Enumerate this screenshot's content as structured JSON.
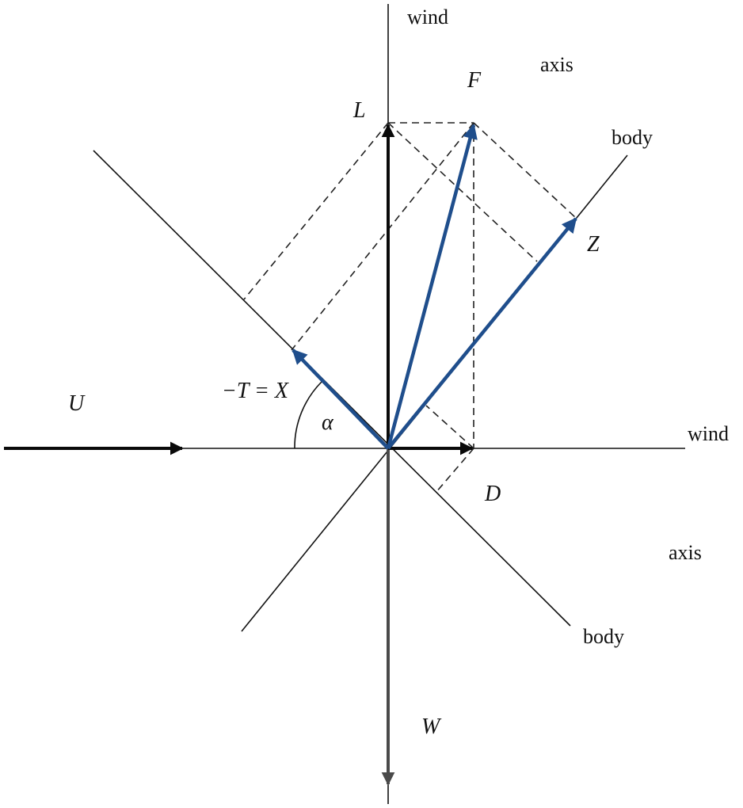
{
  "labels": {
    "wind_top": "wind",
    "axis_top": "axis",
    "wind_right": "wind",
    "axis_right": "axis",
    "body_upper": "body",
    "body_lower": "body",
    "F": "F",
    "L": "L",
    "Z": "Z",
    "D": "D",
    "W": "W",
    "U": "U",
    "alpha": "α",
    "minus_T_eq_X": "−T = X"
  },
  "colors": {
    "axis_line": "#111111",
    "dashed_line": "#222222",
    "wind_force_arrows": "#0a0a0a",
    "weight_arrow": "#4a4a4a",
    "body_force_arrows": "#1f4e8c"
  }
}
